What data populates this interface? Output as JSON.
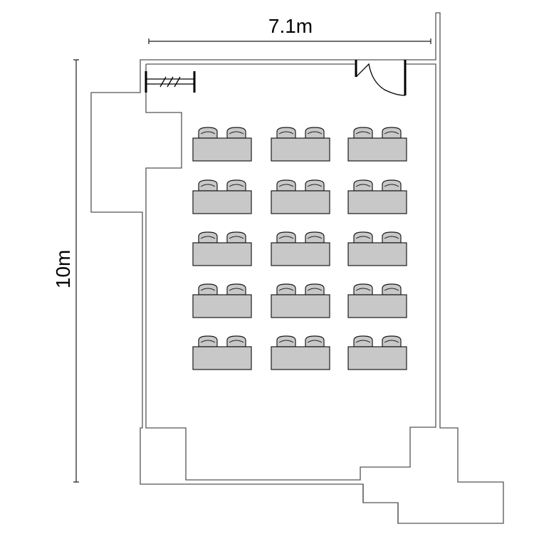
{
  "floorplan": {
    "width_label": "7.1m",
    "height_label": "10m",
    "seating": {
      "rows": 5,
      "columns": 3,
      "chairs_per_desk": 2
    },
    "colors": {
      "desk_fill": "#c8c8c8",
      "wall_stroke": "#555555",
      "line": "#1a1a1a"
    }
  }
}
